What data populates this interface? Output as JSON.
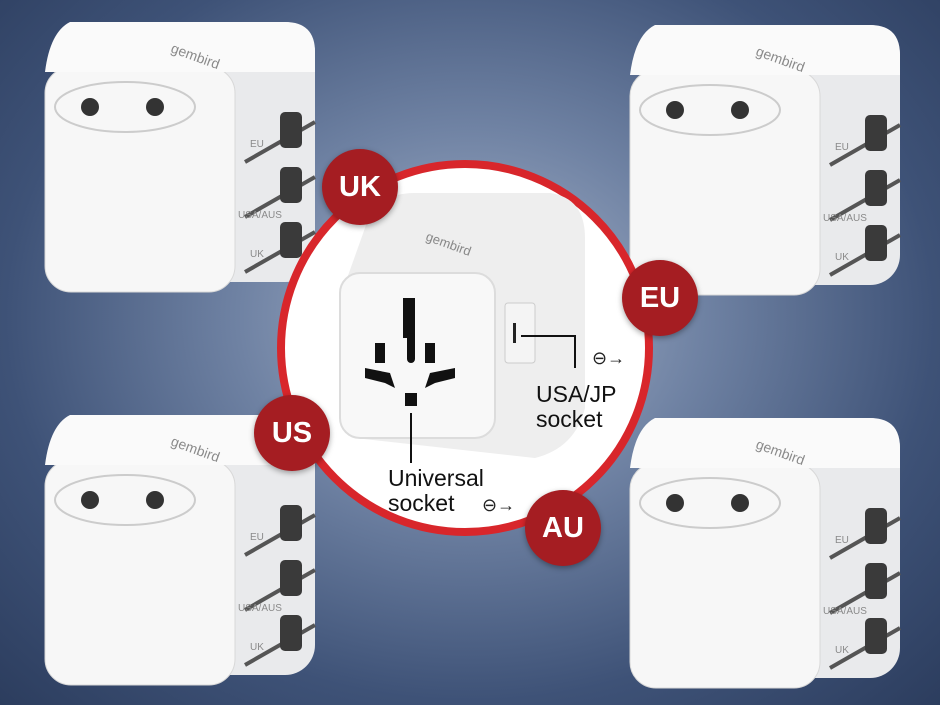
{
  "brand": "gembird",
  "badges": {
    "uk": "UK",
    "eu": "EU",
    "us": "US",
    "au": "AU"
  },
  "center": {
    "universal_label_line1": "Universal",
    "universal_label_line2": "socket",
    "usajp_label_line1": "USA/JP",
    "usajp_label_line2": "socket"
  },
  "cube_slots": {
    "eu": "EU",
    "usa_aus": "USA/AUS",
    "uk": "UK"
  },
  "colors": {
    "badge": "#a51d22",
    "ring": "#d8262b",
    "background": "#3e5277",
    "arrow": "#e53030"
  }
}
